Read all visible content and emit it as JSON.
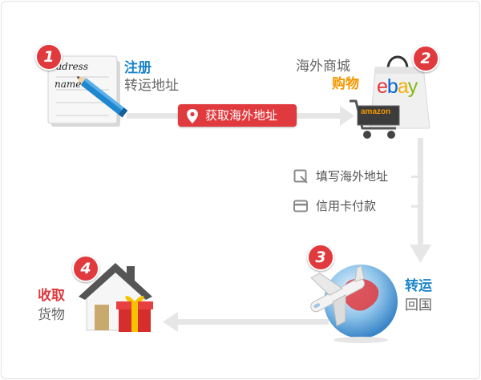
{
  "steps": {
    "s1": {
      "number": "1",
      "line1": "注册",
      "line2": "转运地址"
    },
    "s2": {
      "number": "2",
      "line1": "海外商城",
      "line2": "购物"
    },
    "s3": {
      "number": "3",
      "line1": "转运",
      "line2": "回国"
    },
    "s4": {
      "number": "4",
      "line1": "收取",
      "line2": "货物"
    }
  },
  "pill_label": "获取海外地址",
  "substeps": [
    "填写海外地址",
    "信用卡付款"
  ],
  "notepad_text": [
    "adress",
    "name"
  ],
  "logos": {
    "ebay": "ebay",
    "amazon": "amazon"
  },
  "colors": {
    "red": "#e03a3e",
    "blue": "#1a84c9",
    "orange": "#f39800",
    "arrow": "#e6e6e6"
  }
}
